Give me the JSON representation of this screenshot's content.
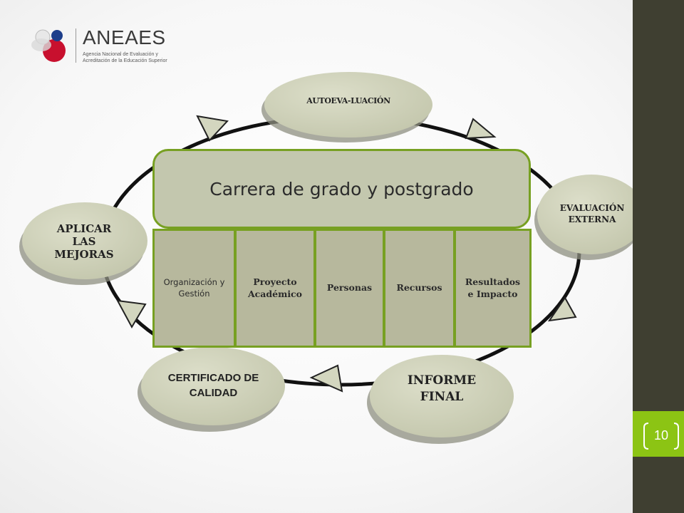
{
  "logo": {
    "name": "ANEAES",
    "subtitle": "Agencia Nacional de Evaluación y Acreditación de la Educación Superior"
  },
  "diagram": {
    "center_title": "Carrera de grado y postgrado",
    "columns": [
      {
        "label": "Organización y Gestión"
      },
      {
        "label": "Proyecto Académico"
      },
      {
        "label": "Personas"
      },
      {
        "label": "Recursos"
      },
      {
        "label": "Resultados e Impacto"
      }
    ],
    "stages": {
      "autoevaluacion": "AUTOEVA-LUACIÓN",
      "evaluacion_externa": "EVALUACIÓN EXTERNA",
      "informe_final": "INFORME FINAL",
      "certificado": "CERTIFICADO DE CALIDAD",
      "aplicar": "APLICAR LAS MEJORAS"
    }
  },
  "slide": {
    "page_number": "10"
  },
  "colors": {
    "accent_green": "#8cc414",
    "sidebar_dark": "#3f3f31",
    "bubble_fill": "#cfd2b9",
    "box_fill": "#c3c7ae",
    "border_green": "#77a022"
  }
}
